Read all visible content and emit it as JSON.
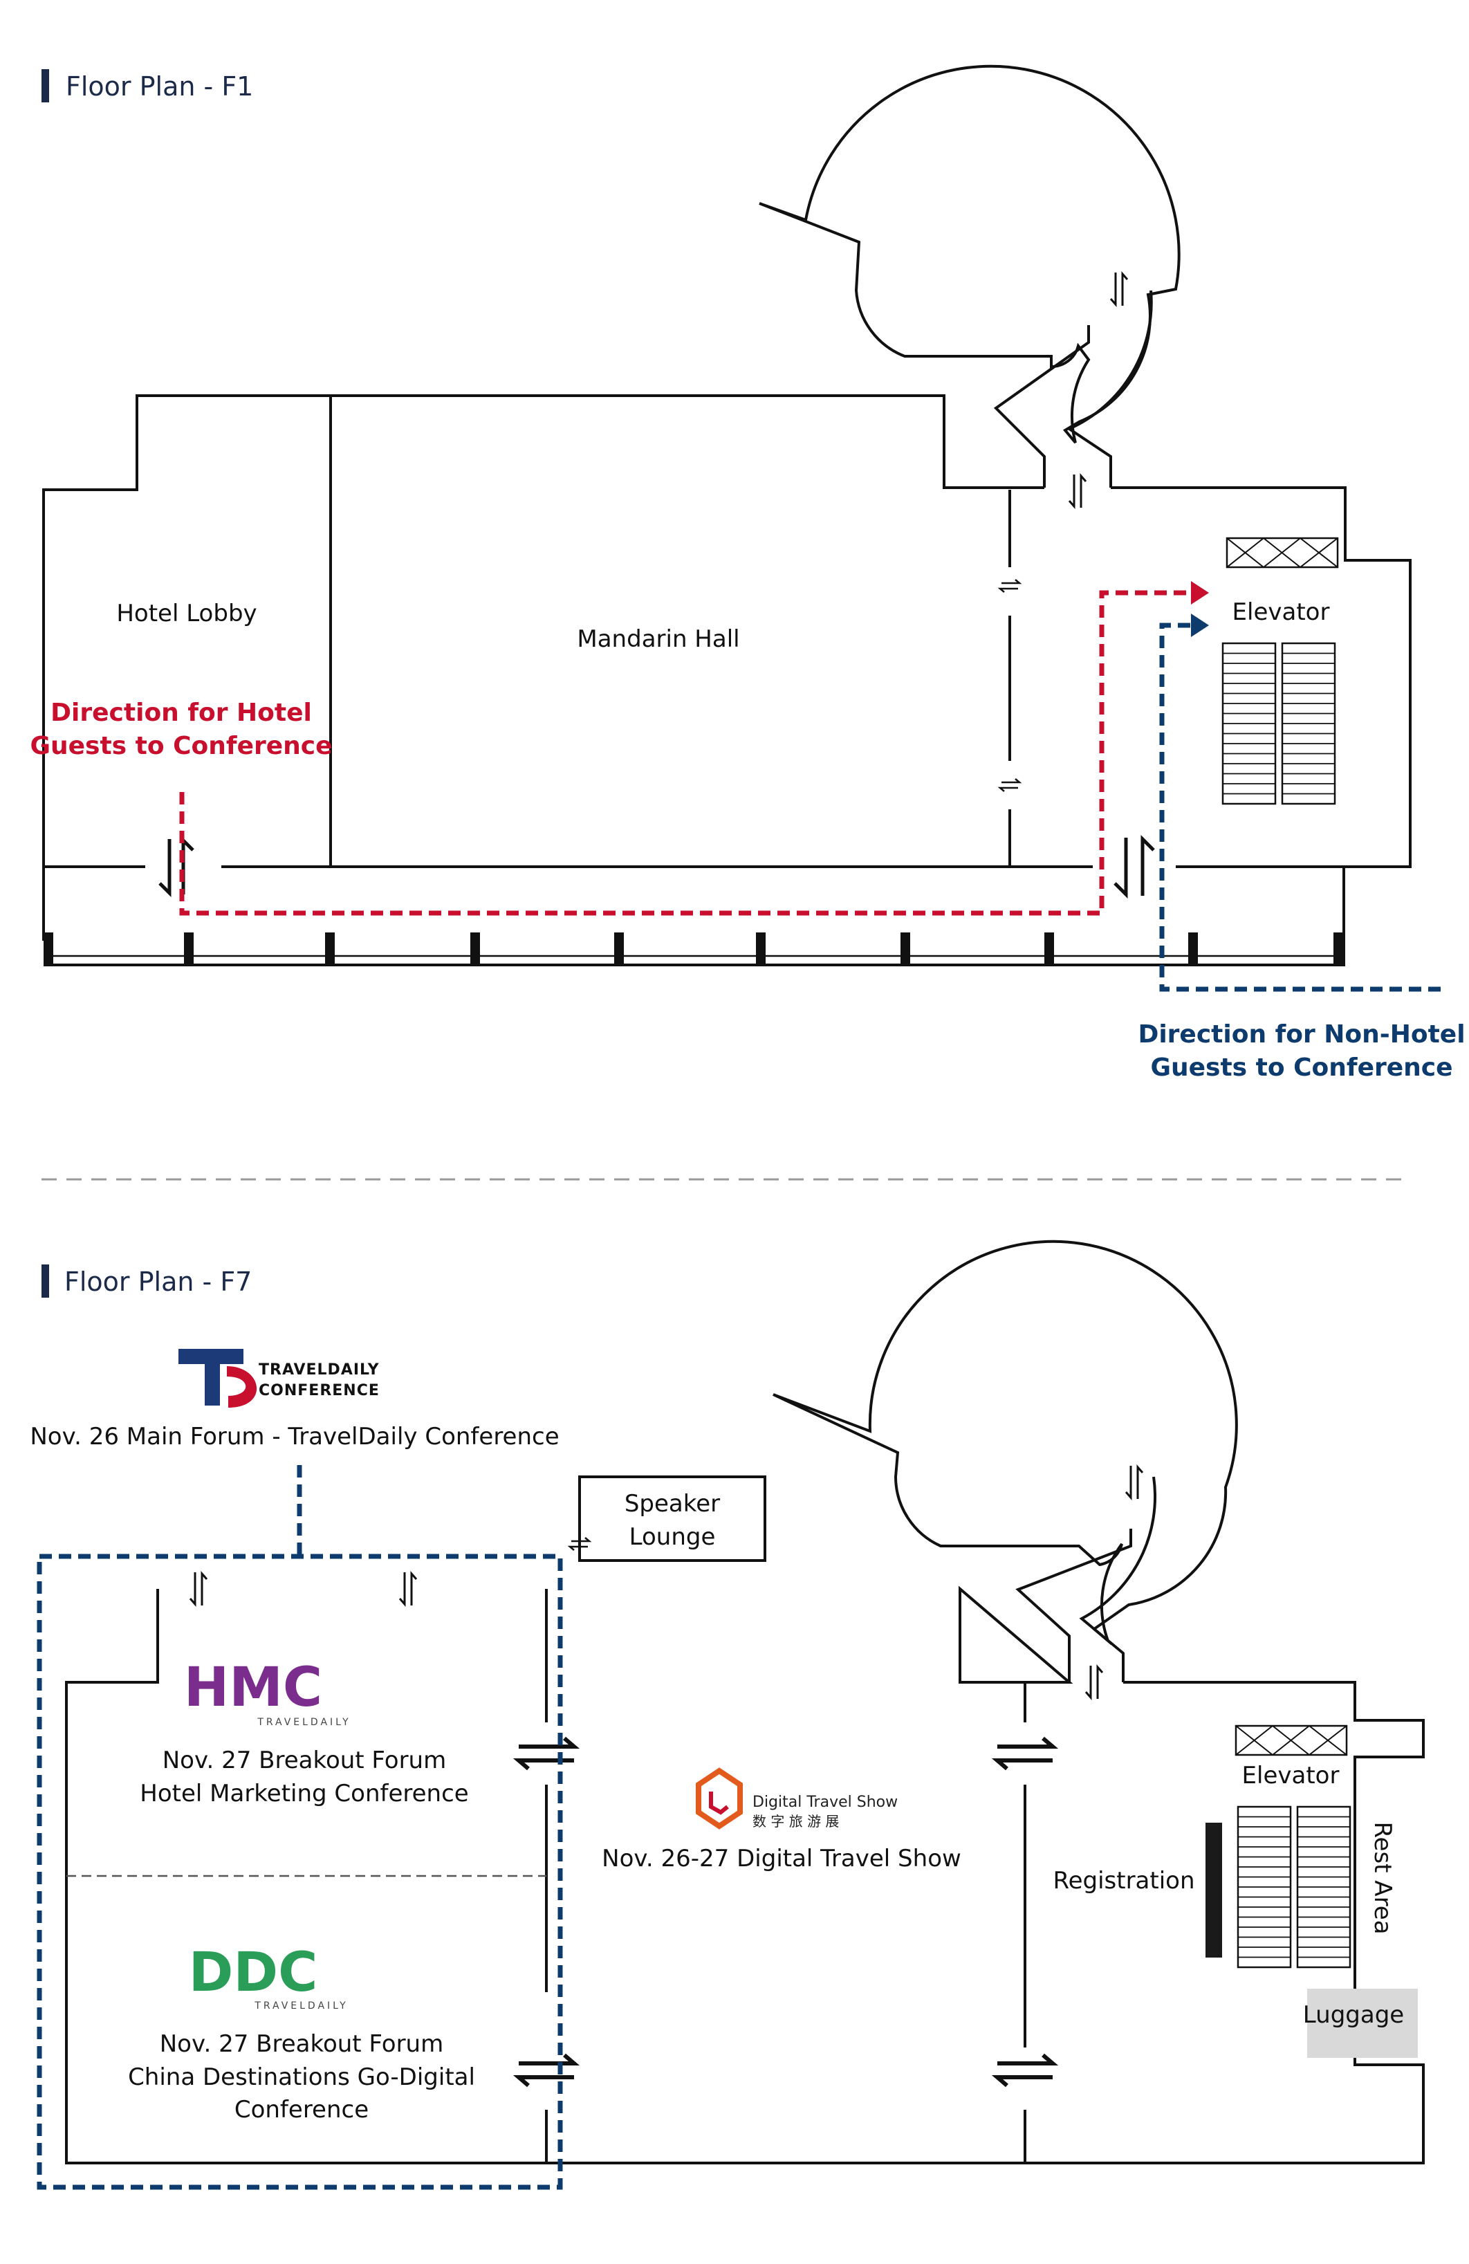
{
  "colors": {
    "hotel_route": "#c8102e",
    "nonhotel_route": "#0d3b6e",
    "title_bar": "#1b2a48",
    "walls": "#111111",
    "luggage_fill": "#d9d9d9"
  },
  "floor1": {
    "title": "Floor Plan - F1",
    "rooms": {
      "hotel_lobby": "Hotel Lobby",
      "mandarin_hall": "Mandarin Hall",
      "elevator": "Elevator"
    },
    "directions": {
      "hotel": [
        "Direction for Hotel",
        "Guests to Conference"
      ],
      "nonhotel": [
        "Direction for Non-Hotel",
        "Guests to Conference"
      ]
    }
  },
  "floor7": {
    "title": "Floor Plan - F7",
    "logos": {
      "traveldaily_line1": "TRAVELDAILY",
      "traveldaily_line2": "CONFERENCE",
      "hmc": "HMC",
      "hmc_sub": "TRAVELDAILY",
      "ddc": "DDC",
      "ddc_sub": "TRAVELDAILY",
      "dts_en": "Digital Travel Show",
      "dts_cn": "数 字 旅 游 展"
    },
    "events": {
      "main_forum": "Nov. 26 Main Forum - TravelDaily Conference",
      "hmc": [
        "Nov. 27 Breakout Forum",
        "Hotel Marketing Conference"
      ],
      "ddc": [
        "Nov. 27 Breakout Forum",
        "China Destinations Go-Digital",
        "Conference"
      ],
      "dts": "Nov. 26-27 Digital Travel Show"
    },
    "rooms": {
      "speaker_lounge": [
        "Speaker",
        "Lounge"
      ],
      "elevator": "Elevator",
      "registration": "Registration",
      "rest_area": "Rest Area",
      "luggage": "Luggage"
    }
  }
}
